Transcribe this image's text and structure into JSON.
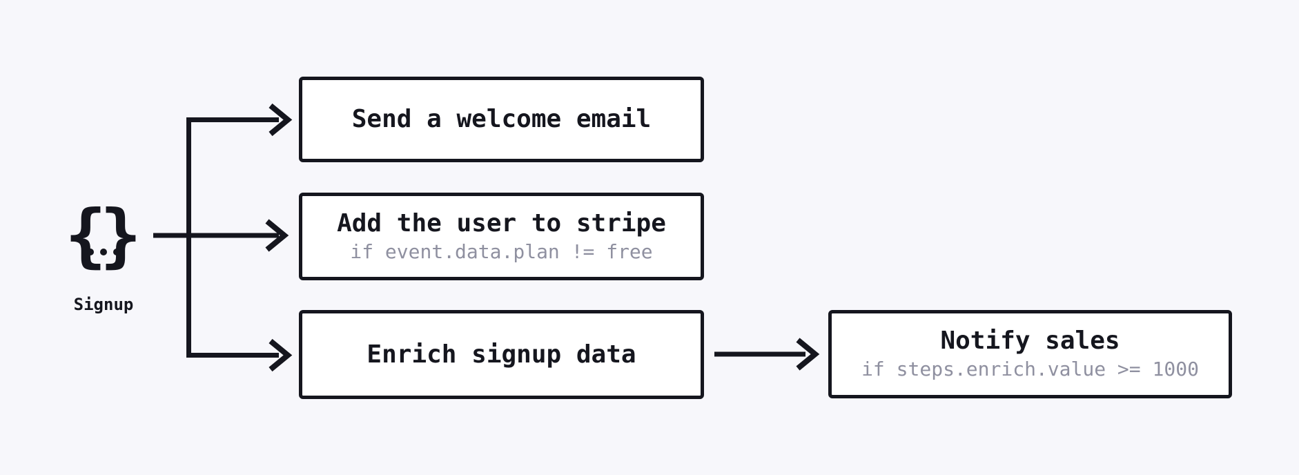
{
  "canvas": {
    "bg": "#f7f7fb",
    "ink": "#15161e",
    "muted": "#8f90a0",
    "box_bg": "#ffffff"
  },
  "trigger": {
    "icon": "curly-braces-event-icon",
    "brace_left": "{",
    "brace_right": "}",
    "label": "Signup"
  },
  "steps": [
    {
      "id": "welcome",
      "title": "Send a welcome email",
      "condition": ""
    },
    {
      "id": "stripe",
      "title": "Add the user to stripe",
      "condition": "if event.data.plan != free"
    },
    {
      "id": "enrich",
      "title": "Enrich signup data",
      "condition": ""
    },
    {
      "id": "notify",
      "title": "Notify sales",
      "condition": "if steps.enrich.value >= 1000"
    }
  ]
}
